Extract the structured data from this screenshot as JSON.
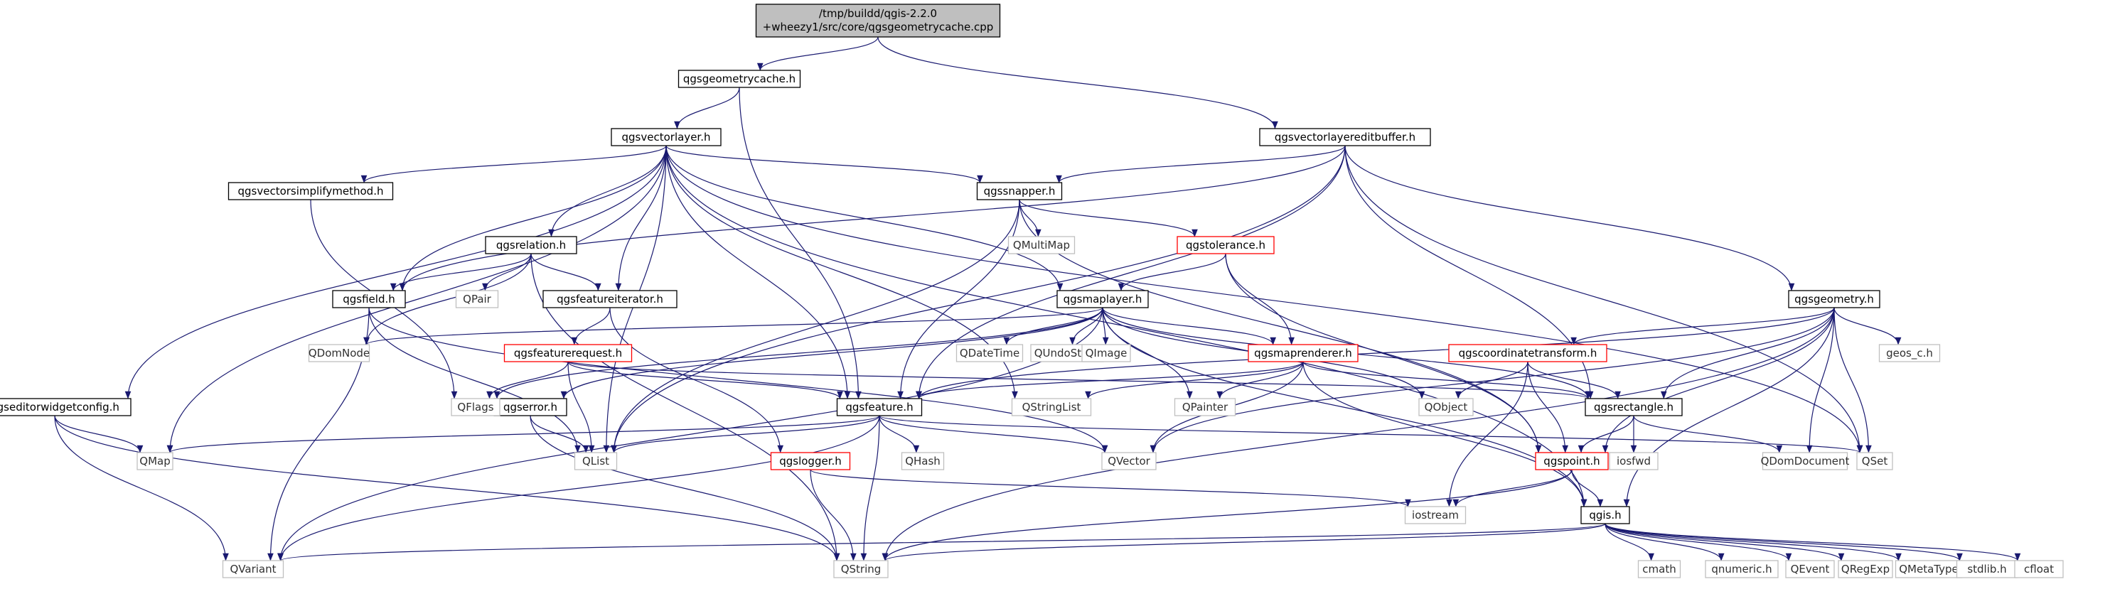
{
  "colors": {
    "edge": "#191970",
    "root_fill": "#bfbfbf",
    "doc_border": "#000000",
    "red_border": "#ff0000",
    "external_border": "#bfbfbf",
    "background": "#ffffff"
  },
  "graph": {
    "nodes": [
      {
        "id": "root",
        "lines": [
          "/tmp/buildd/qgis-2.2.0",
          "+wheezy1/src/core/qgsgeometrycache.cpp"
        ],
        "style": "root"
      },
      {
        "id": "qgsgeometrycache",
        "lines": [
          "qgsgeometrycache.h"
        ],
        "style": "doc"
      },
      {
        "id": "qgsvectorlayereditbuffer",
        "lines": [
          "qgsvectorlayereditbuffer.h"
        ],
        "style": "doc"
      },
      {
        "id": "qgsvectorlayer",
        "lines": [
          "qgsvectorlayer.h"
        ],
        "style": "doc"
      },
      {
        "id": "qgsvectorsimplifymethod",
        "lines": [
          "qgsvectorsimplifymethod.h"
        ],
        "style": "doc"
      },
      {
        "id": "qgssnapper",
        "lines": [
          "qgssnapper.h"
        ],
        "style": "doc"
      },
      {
        "id": "qgsrelation",
        "lines": [
          "qgsrelation.h"
        ],
        "style": "doc"
      },
      {
        "id": "qmultimap",
        "lines": [
          "QMultiMap"
        ],
        "style": "ext"
      },
      {
        "id": "qgstolerance",
        "lines": [
          "qgstolerance.h"
        ],
        "style": "red"
      },
      {
        "id": "qgsfield",
        "lines": [
          "qgsfield.h"
        ],
        "style": "doc"
      },
      {
        "id": "qpair",
        "lines": [
          "QPair"
        ],
        "style": "ext"
      },
      {
        "id": "qgsfeatureiterator",
        "lines": [
          "qgsfeatureiterator.h"
        ],
        "style": "doc"
      },
      {
        "id": "qgsmaplayer",
        "lines": [
          "qgsmaplayer.h"
        ],
        "style": "doc"
      },
      {
        "id": "qgsgeometry",
        "lines": [
          "qgsgeometry.h"
        ],
        "style": "doc"
      },
      {
        "id": "qdomnode",
        "lines": [
          "QDomNode"
        ],
        "style": "ext"
      },
      {
        "id": "qgsfeaturerequest",
        "lines": [
          "qgsfeaturerequest.h"
        ],
        "style": "red"
      },
      {
        "id": "qdatetime",
        "lines": [
          "QDateTime"
        ],
        "style": "ext"
      },
      {
        "id": "qundostack",
        "lines": [
          "QUndoStack"
        ],
        "style": "ext"
      },
      {
        "id": "qimage",
        "lines": [
          "QImage"
        ],
        "style": "ext"
      },
      {
        "id": "qgsmaprenderer",
        "lines": [
          "qgsmaprenderer.h"
        ],
        "style": "red"
      },
      {
        "id": "qgscoordinatetransform",
        "lines": [
          "qgscoordinatetransform.h"
        ],
        "style": "red"
      },
      {
        "id": "geos_c",
        "lines": [
          "geos_c.h"
        ],
        "style": "ext"
      },
      {
        "id": "qgseditorwidgetconfig",
        "lines": [
          "qgseditorwidgetconfig.h"
        ],
        "style": "doc"
      },
      {
        "id": "qgserror",
        "lines": [
          "qgserror.h"
        ],
        "style": "doc"
      },
      {
        "id": "qflags",
        "lines": [
          "QFlags"
        ],
        "style": "ext"
      },
      {
        "id": "qgsfeature",
        "lines": [
          "qgsfeature.h"
        ],
        "style": "doc"
      },
      {
        "id": "qstringlist",
        "lines": [
          "QStringList"
        ],
        "style": "ext"
      },
      {
        "id": "qpainter",
        "lines": [
          "QPainter"
        ],
        "style": "ext"
      },
      {
        "id": "qobject",
        "lines": [
          "QObject"
        ],
        "style": "ext"
      },
      {
        "id": "qgsrectangle",
        "lines": [
          "qgsrectangle.h"
        ],
        "style": "doc"
      },
      {
        "id": "qmap",
        "lines": [
          "QMap"
        ],
        "style": "ext"
      },
      {
        "id": "qlist",
        "lines": [
          "QList"
        ],
        "style": "ext"
      },
      {
        "id": "qgslogger",
        "lines": [
          "qgslogger.h"
        ],
        "style": "red"
      },
      {
        "id": "qhash",
        "lines": [
          "QHash"
        ],
        "style": "ext"
      },
      {
        "id": "qvector",
        "lines": [
          "QVector"
        ],
        "style": "ext"
      },
      {
        "id": "qgspoint",
        "lines": [
          "qgspoint.h"
        ],
        "style": "red"
      },
      {
        "id": "iosfwd",
        "lines": [
          "iosfwd"
        ],
        "style": "ext"
      },
      {
        "id": "qdomdocument",
        "lines": [
          "QDomDocument"
        ],
        "style": "ext"
      },
      {
        "id": "qset",
        "lines": [
          "QSet"
        ],
        "style": "ext"
      },
      {
        "id": "iostream",
        "lines": [
          "iostream"
        ],
        "style": "ext"
      },
      {
        "id": "qgis",
        "lines": [
          "qgis.h"
        ],
        "style": "doc"
      },
      {
        "id": "qvariant",
        "lines": [
          "QVariant"
        ],
        "style": "ext"
      },
      {
        "id": "qstring",
        "lines": [
          "QString"
        ],
        "style": "ext"
      },
      {
        "id": "cmath",
        "lines": [
          "cmath"
        ],
        "style": "ext"
      },
      {
        "id": "qnumeric",
        "lines": [
          "qnumeric.h"
        ],
        "style": "ext"
      },
      {
        "id": "qevent",
        "lines": [
          "QEvent"
        ],
        "style": "ext"
      },
      {
        "id": "qregexp",
        "lines": [
          "QRegExp"
        ],
        "style": "ext"
      },
      {
        "id": "qmetatype",
        "lines": [
          "QMetaType"
        ],
        "style": "ext"
      },
      {
        "id": "stdlib",
        "lines": [
          "stdlib.h"
        ],
        "style": "ext"
      },
      {
        "id": "cfloat",
        "lines": [
          "cfloat"
        ],
        "style": "ext"
      }
    ],
    "edges": [
      [
        "root",
        "qgsgeometrycache"
      ],
      [
        "root",
        "qgsvectorlayereditbuffer"
      ],
      [
        "qgsgeometrycache",
        "qgsvectorlayer"
      ],
      [
        "qgsgeometrycache",
        "qgsfeature"
      ],
      [
        "qgsvectorlayereditbuffer",
        "qgssnapper"
      ],
      [
        "qgsvectorlayereditbuffer",
        "qgsfield"
      ],
      [
        "qgsvectorlayereditbuffer",
        "qgsgeometry"
      ],
      [
        "qgsvectorlayereditbuffer",
        "qgsfeature"
      ],
      [
        "qgsvectorlayereditbuffer",
        "qlist"
      ],
      [
        "qgsvectorlayereditbuffer",
        "qgsrectangle"
      ],
      [
        "qgsvectorlayereditbuffer",
        "qset"
      ],
      [
        "qgsvectorlayer",
        "qgsvectorsimplifymethod"
      ],
      [
        "qgsvectorlayer",
        "qgssnapper"
      ],
      [
        "qgsvectorlayer",
        "qgsrelation"
      ],
      [
        "qgsvectorlayer",
        "qgsfield"
      ],
      [
        "qgsvectorlayer",
        "qgsfeatureiterator"
      ],
      [
        "qgsvectorlayer",
        "qgsmaplayer"
      ],
      [
        "qgsvectorlayer",
        "qgseditorwidgetconfig"
      ],
      [
        "qgsvectorlayer",
        "qmap"
      ],
      [
        "qgsvectorlayer",
        "qlist"
      ],
      [
        "qgsvectorlayer",
        "qgsfeature"
      ],
      [
        "qgsvectorlayer",
        "qstringlist"
      ],
      [
        "qgsvectorlayer",
        "qset"
      ],
      [
        "qgsvectorlayer",
        "qgis"
      ],
      [
        "qgsvectorsimplifymethod",
        "qflags"
      ],
      [
        "qgssnapper",
        "qmultimap"
      ],
      [
        "qgssnapper",
        "qgstolerance"
      ],
      [
        "qgssnapper",
        "qgsfeature"
      ],
      [
        "qgssnapper",
        "qlist"
      ],
      [
        "qgssnapper",
        "qgspoint"
      ],
      [
        "qgsrelation",
        "qgsfield"
      ],
      [
        "qgsrelation",
        "qpair"
      ],
      [
        "qgsrelation",
        "qgsfeatureiterator"
      ],
      [
        "qgsrelation",
        "qdomnode"
      ],
      [
        "qgsrelation",
        "qstring"
      ],
      [
        "qgstolerance",
        "qgsmaplayer"
      ],
      [
        "qgstolerance",
        "qgsmaprenderer"
      ],
      [
        "qgstolerance",
        "qgspoint"
      ],
      [
        "qgsfield",
        "qlist"
      ],
      [
        "qgsfield",
        "qvariant"
      ],
      [
        "qgsfield",
        "qvector"
      ],
      [
        "qgsfeatureiterator",
        "qgsfeaturerequest"
      ],
      [
        "qgsfeatureiterator",
        "qgslogger"
      ],
      [
        "qgsmaplayer",
        "qdomnode"
      ],
      [
        "qgsmaplayer",
        "qdatetime"
      ],
      [
        "qgsmaplayer",
        "qundostack"
      ],
      [
        "qgsmaplayer",
        "qimage"
      ],
      [
        "qgsmaplayer",
        "qgsmaprenderer"
      ],
      [
        "qgsmaplayer",
        "qgserror"
      ],
      [
        "qgsmaplayer",
        "qgsrectangle"
      ],
      [
        "qgsmaplayer",
        "qobject"
      ],
      [
        "qgsmaplayer",
        "qpainter"
      ],
      [
        "qgsmaplayer",
        "qvariant"
      ],
      [
        "qgsmaplayer",
        "qflags"
      ],
      [
        "qgsmaplayer",
        "qgis"
      ],
      [
        "qgsgeometry",
        "qgscoordinatetransform"
      ],
      [
        "qgsgeometry",
        "geos_c"
      ],
      [
        "qgsgeometry",
        "qgsfeature"
      ],
      [
        "qgsgeometry",
        "qgspoint"
      ],
      [
        "qgsgeometry",
        "qgsrectangle"
      ],
      [
        "qgsgeometry",
        "qvector"
      ],
      [
        "qgsgeometry",
        "qdomdocument"
      ],
      [
        "qgsgeometry",
        "qset"
      ],
      [
        "qgsgeometry",
        "qgis"
      ],
      [
        "qgsgeometry",
        "qstring"
      ],
      [
        "qgsfeaturerequest",
        "qflags"
      ],
      [
        "qgsfeaturerequest",
        "qgsfeature"
      ],
      [
        "qgsfeaturerequest",
        "qgsrectangle"
      ],
      [
        "qgsfeaturerequest",
        "qlist"
      ],
      [
        "qgsmaprenderer",
        "qgsfeature"
      ],
      [
        "qgsmaprenderer",
        "qstringlist"
      ],
      [
        "qgsmaprenderer",
        "qpainter"
      ],
      [
        "qgsmaprenderer",
        "qvector"
      ],
      [
        "qgsmaprenderer",
        "qgsrectangle"
      ],
      [
        "qgsmaprenderer",
        "qgis"
      ],
      [
        "qgscoordinatetransform",
        "qobject"
      ],
      [
        "qgscoordinatetransform",
        "qgsrectangle"
      ],
      [
        "qgscoordinatetransform",
        "qgspoint"
      ],
      [
        "qgscoordinatetransform",
        "iostream"
      ],
      [
        "qgseditorwidgetconfig",
        "qmap"
      ],
      [
        "qgseditorwidgetconfig",
        "qvariant"
      ],
      [
        "qgseditorwidgetconfig",
        "qstring"
      ],
      [
        "qgserror",
        "qlist"
      ],
      [
        "qgserror",
        "qstring"
      ],
      [
        "qgsfeature",
        "qmap"
      ],
      [
        "qgsfeature",
        "qlist"
      ],
      [
        "qgsfeature",
        "qhash"
      ],
      [
        "qgsfeature",
        "qvector"
      ],
      [
        "qgsfeature",
        "qset"
      ],
      [
        "qgsfeature",
        "qvariant"
      ],
      [
        "qgsfeature",
        "qstring"
      ],
      [
        "qgsrectangle",
        "iosfwd"
      ],
      [
        "qgsrectangle",
        "qdomdocument"
      ],
      [
        "qgsrectangle",
        "qgspoint"
      ],
      [
        "qgslogger",
        "iostream"
      ],
      [
        "qgslogger",
        "qstring"
      ],
      [
        "qgspoint",
        "iostream"
      ],
      [
        "qgspoint",
        "qgis"
      ],
      [
        "qgspoint",
        "qstring"
      ],
      [
        "qgis",
        "qvariant"
      ],
      [
        "qgis",
        "qstring"
      ],
      [
        "qgis",
        "cmath"
      ],
      [
        "qgis",
        "qnumeric"
      ],
      [
        "qgis",
        "qevent"
      ],
      [
        "qgis",
        "qregexp"
      ],
      [
        "qgis",
        "qmetatype"
      ],
      [
        "qgis",
        "stdlib"
      ],
      [
        "qgis",
        "cfloat"
      ]
    ]
  }
}
